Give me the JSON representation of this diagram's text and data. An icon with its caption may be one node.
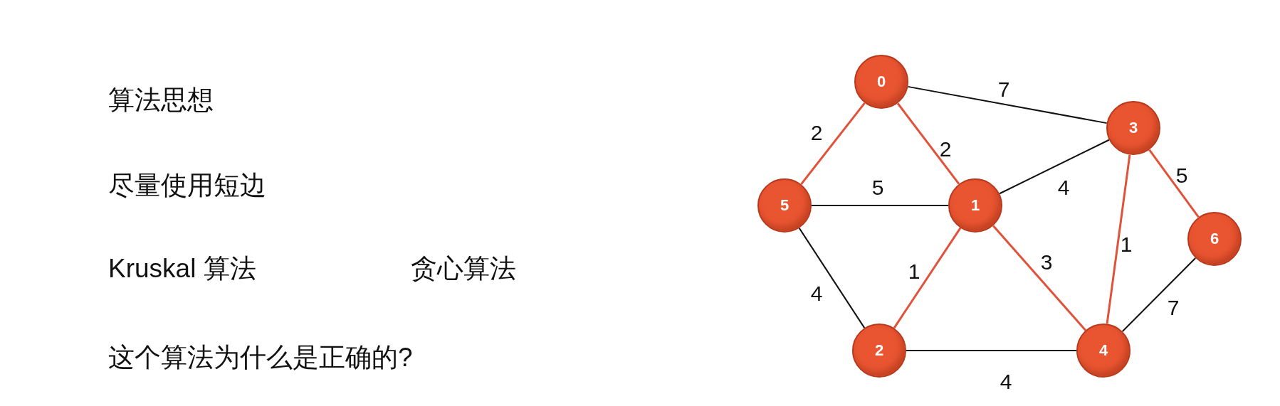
{
  "diagram": {
    "nodes": [
      {
        "text": [
          "0"
        ]
      },
      {
        "text": [
          "3"
        ]
      },
      {
        "text": [
          "5"
        ]
      },
      {
        "text": [
          "1"
        ]
      },
      {
        "text": [
          "6"
        ]
      },
      {
        "text": [
          "2"
        ]
      },
      {
        "text": [
          "4"
        ]
      }
    ],
    "edges": [
      {
        "from": 0,
        "to": 1,
        "arrow": "none",
        "label": "7"
      },
      {
        "from": 0,
        "to": 2,
        "arrow": "none",
        "label": "2",
        "color": "#e0533a"
      },
      {
        "from": 0,
        "to": 3,
        "arrow": "none",
        "label": "2",
        "color": "#e0533a"
      },
      {
        "from": 2,
        "to": 3,
        "arrow": "none",
        "label": "5"
      },
      {
        "from": 3,
        "to": 1,
        "arrow": "none",
        "label": "4"
      },
      {
        "from": 1,
        "to": 4,
        "arrow": "none",
        "label": "5",
        "color": "#e0533a"
      },
      {
        "from": 1,
        "to": 6,
        "arrow": "none",
        "label": "1",
        "color": "#e0533a"
      },
      {
        "from": 3,
        "to": 6,
        "arrow": "none",
        "label": "3",
        "color": "#e0533a"
      },
      {
        "from": 3,
        "to": 5,
        "arrow": "none",
        "label": "1",
        "color": "#e0533a"
      },
      {
        "from": 2,
        "to": 5,
        "arrow": "none",
        "label": "4"
      },
      {
        "from": 5,
        "to": 6,
        "arrow": "none",
        "label": "4"
      },
      {
        "from": 4,
        "to": 6,
        "arrow": "none",
        "label": "7"
      }
    ],
    "labels": [
      "算法思想",
      "尽量使用短边",
      "Kruskal 算法",
      "贪心算法",
      "这个算法为什么是正确的?"
    ]
  }
}
